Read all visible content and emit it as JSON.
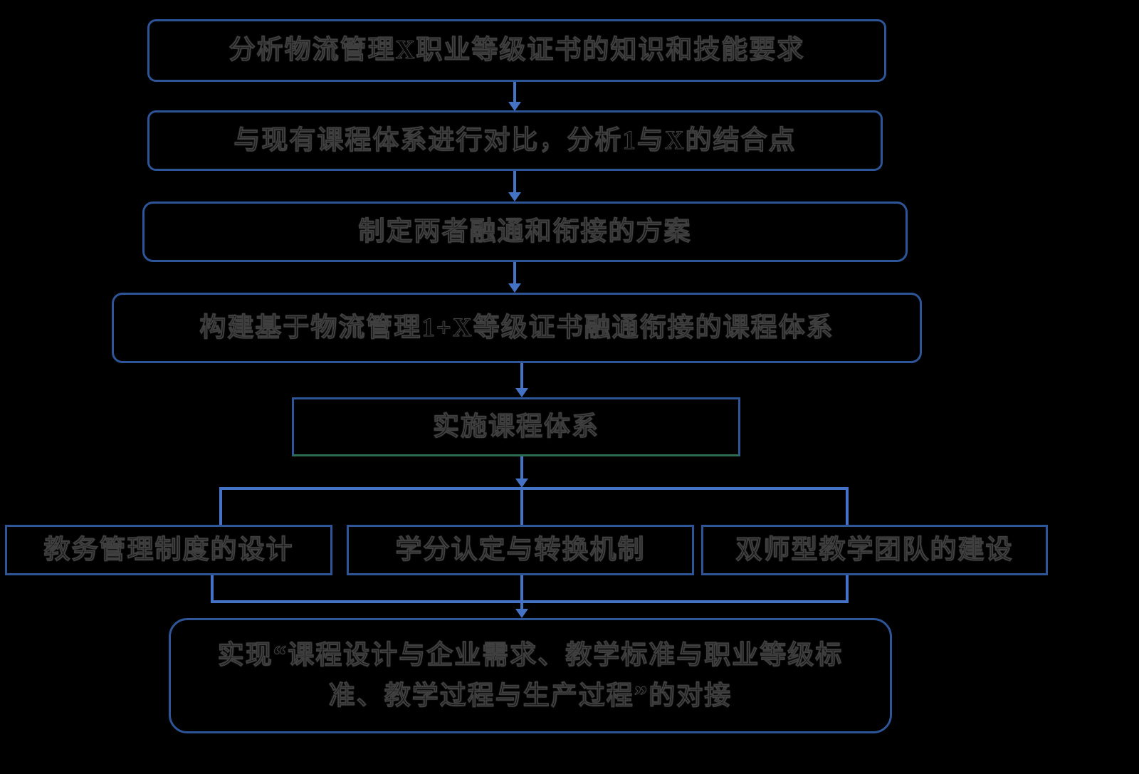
{
  "diagram": {
    "background_color": "#000000",
    "box_border_color": "#2e5597",
    "connector_color": "#4472c4",
    "text_color": "#060606",
    "steps": [
      {
        "label": "分析物流管理X职业等级证书的知识和技能要求"
      },
      {
        "label": "与现有课程体系进行对比，分析1与X的结合点"
      },
      {
        "label": "制定两者融通和衔接的方案"
      },
      {
        "label": "构建基于物流管理1+X等级证书融通衔接的课程体系"
      },
      {
        "label": "实施课程体系"
      }
    ],
    "branches": [
      {
        "label": "教务管理制度的设计"
      },
      {
        "label": "学分认定与转换机制"
      },
      {
        "label": "双师型教学团队的建设"
      }
    ],
    "result": {
      "label": "实现“课程设计与企业需求、教学标准与职业等级标准、教学过程与生产过程”的对接"
    }
  }
}
